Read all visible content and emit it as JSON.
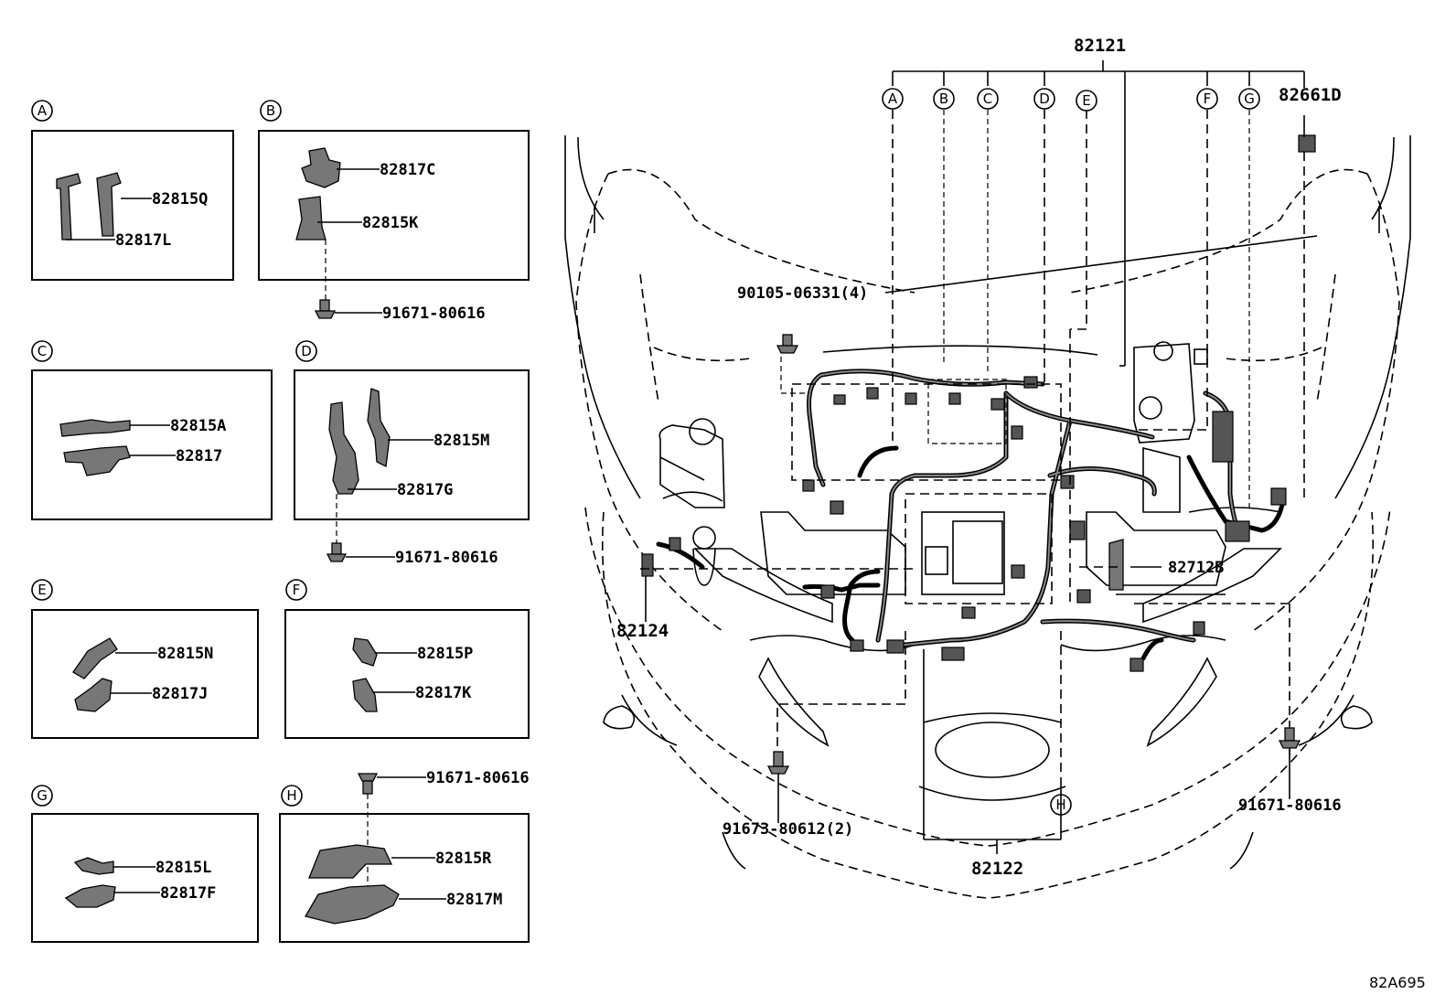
{
  "drawing_id": "82A695",
  "main_labels": {
    "harness_main": "82121",
    "harness_front": "82122",
    "harness_side": "82124",
    "clamp_top": "82661D",
    "bracket": "82712B",
    "bolt_top": "90105-06331(4)",
    "bolt_left": "91673-80612(2)",
    "bolt_right": "91671-80616"
  },
  "callouts": [
    "A",
    "B",
    "C",
    "D",
    "E",
    "F",
    "G",
    "H"
  ],
  "detail_boxes": [
    {
      "id": "A",
      "parts": [
        "82815Q",
        "82817L"
      ]
    },
    {
      "id": "B",
      "parts": [
        "82817C",
        "82815K"
      ],
      "bolt": "91671-80616"
    },
    {
      "id": "C",
      "parts": [
        "82815A",
        "82817"
      ]
    },
    {
      "id": "D",
      "parts": [
        "82815M",
        "82817G"
      ],
      "bolt": "91671-80616"
    },
    {
      "id": "E",
      "parts": [
        "82815N",
        "82817J"
      ]
    },
    {
      "id": "F",
      "parts": [
        "82815P",
        "82817K"
      ]
    },
    {
      "id": "G",
      "parts": [
        "82815L",
        "82817F"
      ]
    },
    {
      "id": "H",
      "parts": [
        "82815R",
        "82817M"
      ],
      "bolt": "91671-80616"
    }
  ]
}
